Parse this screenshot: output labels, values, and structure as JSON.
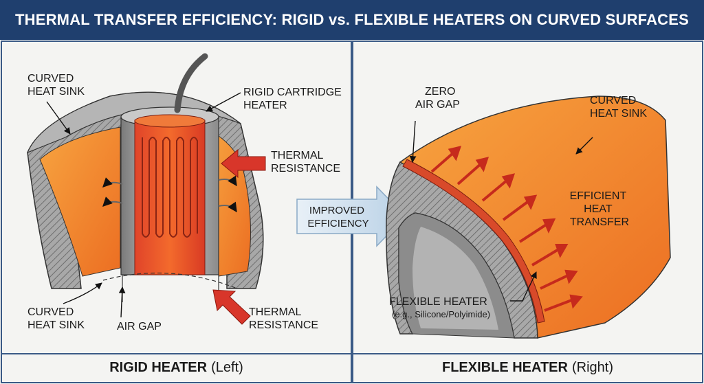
{
  "title": "THERMAL TRANSFER EFFICIENCY: RIGID vs. FLEXIBLE HEATERS ON CURVED SURFACES",
  "left": {
    "curved_heat_sink_top": [
      "CURVED",
      "HEAT SINK"
    ],
    "rigid_cartridge_heater": [
      "RIGID CARTRIDGE",
      "HEATER"
    ],
    "thermal_resistance_1": [
      "THERMAL",
      "RESISTANCE"
    ],
    "curved_heat_sink_bottom": [
      "CURVED",
      "HEAT SINK"
    ],
    "air_gap": "AIR GAP",
    "thermal_resistance_2": [
      "THERMAL",
      "RESISTANCE"
    ],
    "caption_bold": "RIGID HEATER",
    "caption_rest": "(Left)"
  },
  "middle": {
    "improved_efficiency": [
      "IMPROVED",
      "EFFICIENCY"
    ]
  },
  "right": {
    "zero_air_gap": [
      "ZERO",
      "AIR GAP"
    ],
    "curved_heat_sink": [
      "CURVED",
      "HEAT SINK"
    ],
    "efficient_heat_transfer": [
      "EFFICIENT",
      "HEAT",
      "TRANSFER"
    ],
    "flexible_heater": "FLEXIBLE HEATER",
    "flexible_heater_example": "(e.g., Silicone/Polyimide)",
    "caption_bold": "FLEXIBLE HEATER",
    "caption_rest": "(Right)"
  },
  "colors": {
    "title_bg": "#1f3f6e",
    "orange": "#f08a2c",
    "red": "#e0442a",
    "steel": "#9a9a9a",
    "arrow_blue": "#cfe0ef"
  }
}
